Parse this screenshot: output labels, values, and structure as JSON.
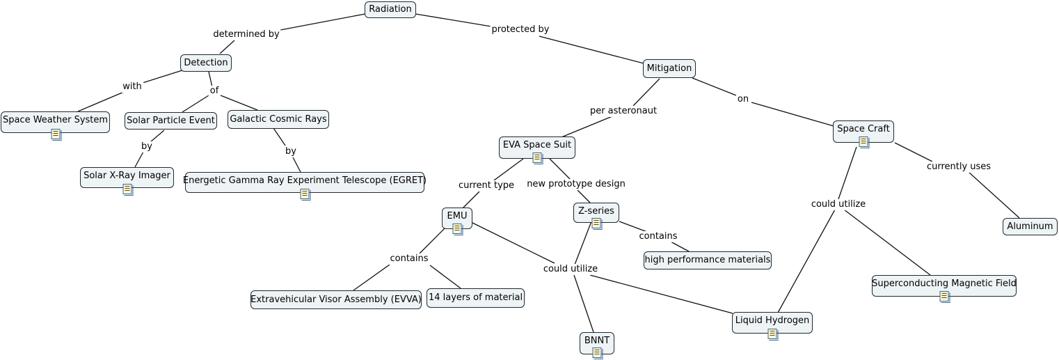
{
  "concepts": {
    "radiation": "Radiation",
    "detection": "Detection",
    "mitigation": "Mitigation",
    "space_weather_system": "Space Weather System",
    "solar_particle_event": "Solar Particle Event",
    "galactic_cosmic_rays": "Galactic Cosmic Rays",
    "solar_xray_imager": "Solar X-Ray Imager",
    "egret": "Energetic Gamma Ray Experiment Telescope (EGRET)",
    "eva_space_suit": "EVA Space Suit",
    "space_craft": "Space Craft",
    "emu": "EMU",
    "z_series": "Z-series",
    "aluminum": "Aluminum",
    "high_performance_materials": "high performance materials",
    "superconducting_magnetic_field": "Superconducting Magnetic Field",
    "evva": "Extravehicular Visor Assembly (EVVA)",
    "fourteen_layers": "14 layers of material",
    "liquid_hydrogen": "Liquid Hydrogen",
    "bnnt": "BNNT"
  },
  "links": {
    "determined_by": "determined by",
    "protected_by": "protected by",
    "with": "with",
    "of": "of",
    "by_solar": "by",
    "by_galactic": "by",
    "per_astronaut": "per asteronaut",
    "on": "on",
    "current_type": "current type",
    "new_prototype_design": "new prototype design",
    "currently_uses": "currently uses",
    "could_utilize_craft": "could utilize",
    "contains_z": "contains",
    "contains_emu": "contains",
    "could_utilize_suit": "could utilize"
  },
  "resource_icon": "document-icon"
}
